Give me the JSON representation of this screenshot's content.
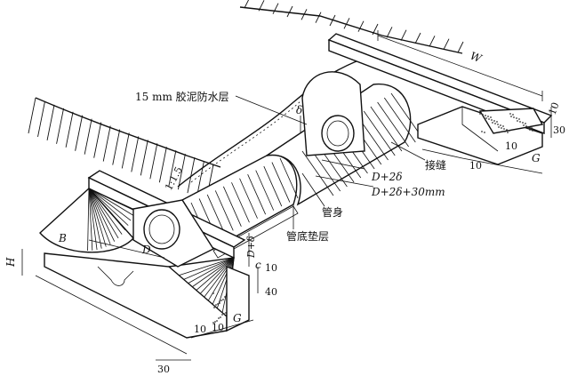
{
  "labels": {
    "waterproof_layer": "15 mm 胶泥防水层",
    "culvert_body": "管身",
    "pipe_bedding": "管底垫层",
    "joint": "接缝",
    "delta": "δ",
    "slope_ratio": "1:1.5",
    "d_plus_2delta": "D+2δ",
    "d_plus_2delta_30": "D+2δ+30mm",
    "dim_w": "W",
    "dim_10_a": "10",
    "dim_30_a": "30",
    "dim_10_b": "10",
    "dim_g_a": "G",
    "dim_10_c": "10",
    "dim_d_left": "D",
    "dim_d_plus_delta": "D+δ",
    "dim_c": "c",
    "dim_10_d": "10",
    "dim_40": "40",
    "dim_g_b": "G",
    "dim_10_e": "10",
    "dim_10_f": "10",
    "dim_30_b": "30",
    "dim_h": "H",
    "dim_b": "B"
  }
}
